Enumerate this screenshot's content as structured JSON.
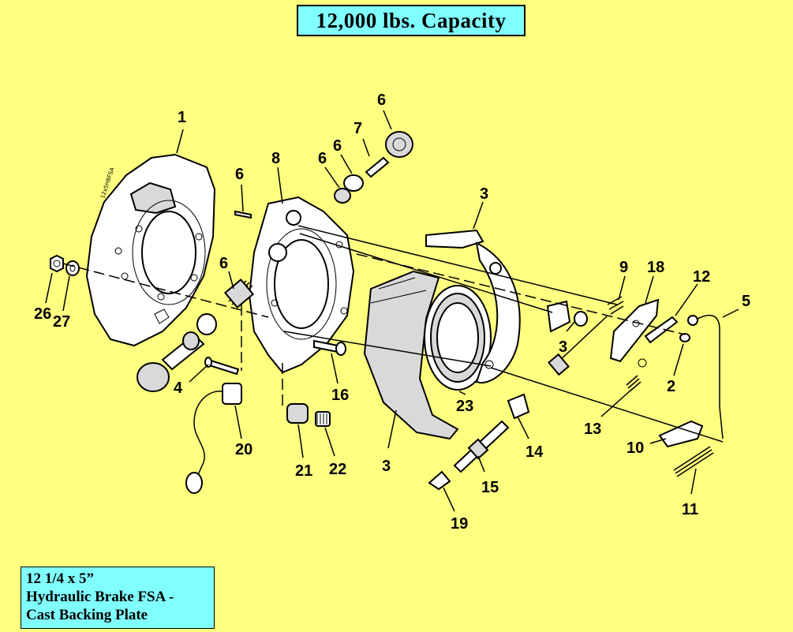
{
  "title": "12,000 lbs. Capacity",
  "info_lines": [
    "12 1/4 x 5”",
    "Hydraulic Brake FSA -",
    "Cast Backing Plate"
  ],
  "small_mark": "12x5HBFSA",
  "callouts": {
    "c1": "1",
    "c2": "2",
    "c3a": "3",
    "c3b": "3",
    "c3c": "3",
    "c4": "4",
    "c5": "5",
    "c6a": "6",
    "c6b": "6",
    "c6c": "6",
    "c6d": "6",
    "c6e": "6",
    "c7": "7",
    "c8": "8",
    "c9": "9",
    "c10": "10",
    "c11": "11",
    "c12": "12",
    "c13": "13",
    "c14": "14",
    "c15": "15",
    "c16": "16",
    "c18": "18",
    "c19": "19",
    "c20": "20",
    "c21": "21",
    "c22": "22",
    "c23": "23",
    "c26": "26",
    "c27": "27"
  }
}
